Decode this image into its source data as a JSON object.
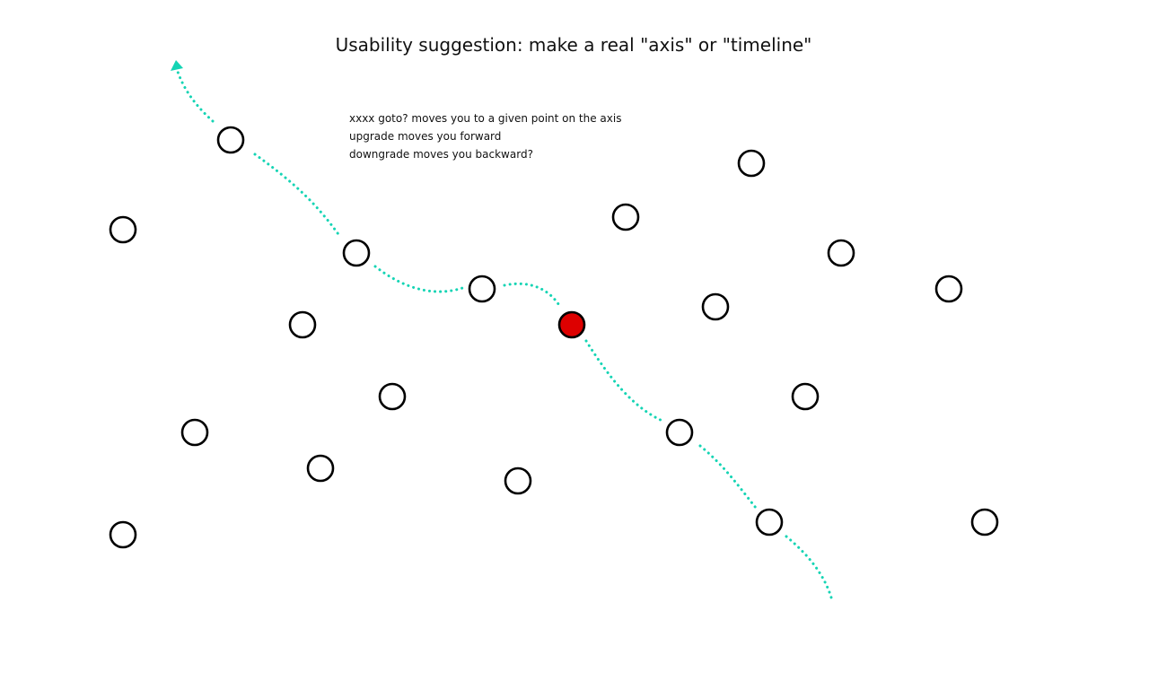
{
  "title": "Usability suggestion: make a real \"axis\" or \"timeline\"",
  "notes": [
    "xxxx goto? moves you to a given point on the axis",
    "upgrade moves you forward",
    "downgrade moves you backward?"
  ],
  "colors": {
    "axis": "#14d4b4",
    "node_stroke": "#000000",
    "node_fill": "#ffffff",
    "current_node": "#dd0000"
  },
  "nodes": [
    {
      "id": "node-a"
    },
    {
      "id": "node-b"
    },
    {
      "id": "node-c"
    },
    {
      "id": "node-d"
    },
    {
      "id": "node-e"
    },
    {
      "id": "node-f"
    },
    {
      "id": "node-g"
    },
    {
      "id": "node-h"
    },
    {
      "id": "node-i"
    },
    {
      "id": "node-j"
    },
    {
      "id": "node-k"
    },
    {
      "id": "node-l"
    },
    {
      "id": "node-m"
    },
    {
      "id": "node-n"
    },
    {
      "id": "node-o"
    },
    {
      "id": "node-p"
    },
    {
      "id": "node-q"
    },
    {
      "id": "node-r"
    },
    {
      "id": "node-s"
    },
    {
      "id": "node-t"
    },
    {
      "id": "node-current",
      "current": true
    }
  ]
}
